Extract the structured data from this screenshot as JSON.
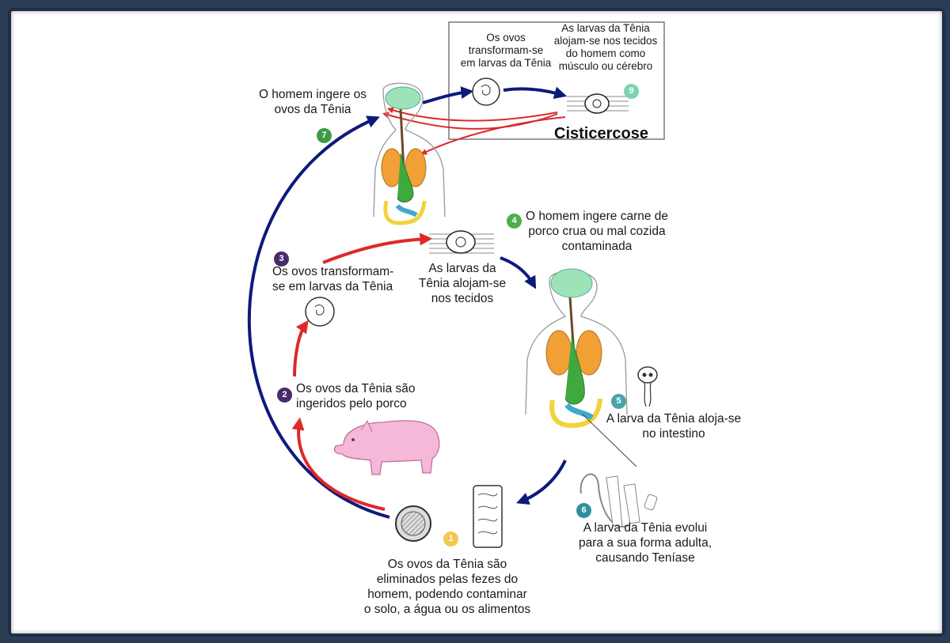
{
  "labels": {
    "box_eggs_to_larvae": [
      "Os ovos",
      "transformam-se",
      "em larvas da Tênia"
    ],
    "box_larvae_tissue": [
      "As larvas da Tênia",
      "alojam-se nos tecidos",
      "do homem como",
      "músculo ou cérebro"
    ],
    "cisticercose": "Cisticercose",
    "step7": [
      "O homem ingere os",
      "ovos da Tênia"
    ],
    "step4": [
      "O homem ingere carne de",
      "porco crua ou mal cozida",
      "contaminada"
    ],
    "step3": [
      "Os ovos transformam-",
      "se em larvas da Tênia"
    ],
    "pig_larvae_tissue": [
      "As larvas da",
      "Tênia alojam-se",
      "nos tecidos"
    ],
    "step2": [
      "Os ovos da Tênia são",
      "ingeridos pelo porco"
    ],
    "step5": [
      "A larva da Tênia aloja-se",
      "no intestino"
    ],
    "step6": [
      "A larva da Tênia evolui",
      "para a sua forma adulta,",
      "causando Teníase"
    ],
    "step1": [
      "Os ovos da Tênia são",
      "eliminados pelas fezes do",
      "homem, podendo contaminar",
      "o solo, a água ou os alimentos"
    ]
  },
  "steps": [
    {
      "id": "1",
      "label": "1",
      "color": "#f2c94c"
    },
    {
      "id": "2",
      "label": "2",
      "color": "#4b2a6b"
    },
    {
      "id": "3",
      "label": "3",
      "color": "#4b2a6b"
    },
    {
      "id": "4",
      "label": "4",
      "color": "#4caf50"
    },
    {
      "id": "5",
      "label": "5",
      "color": "#4aa3a8"
    },
    {
      "id": "6",
      "label": "6",
      "color": "#2f8fa0"
    },
    {
      "id": "7",
      "label": "7",
      "color": "#3f9a45"
    },
    {
      "id": "9",
      "label": "9",
      "color": "#7dd3b0"
    }
  ],
  "colors": {
    "human_cycle_arrow": "#0e1a7a",
    "pig_cycle_arrow": "#e02828",
    "brain": "#9ee3b8",
    "lungs": "#f0a035",
    "digestive": "#3fa83f",
    "intestine": "#f3d23a",
    "pig": "#f6b8d8"
  }
}
